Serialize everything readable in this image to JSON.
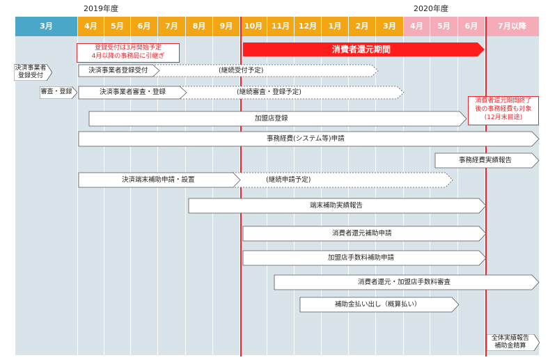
{
  "years": {
    "y2019": "2019年度",
    "y2020": "2020年度"
  },
  "months": [
    "3月",
    "4月",
    "5月",
    "6月",
    "7月",
    "8月",
    "9月",
    "10月",
    "11月",
    "12月",
    "1月",
    "2月",
    "3月",
    "4月",
    "5月",
    "6月",
    "7月以降"
  ],
  "colors": {
    "blue": "#4aa7c8",
    "orange": "#f2a515",
    "pink": "#f4acb8",
    "grid": "#d9e3ea",
    "red": "#e8262e"
  },
  "notes": {
    "registration": [
      "登録受付は3月開始予定",
      "4月以降の事務局に引継ぎ"
    ],
    "expense": [
      "消費者還元期間終了",
      "後の事務経費も対象",
      "(12月末目途)"
    ]
  },
  "consumer_period": "消費者還元期間",
  "side_labels": {
    "payment_registration": [
      "決済事業者",
      "登録受付"
    ],
    "review": "審査・登録"
  },
  "bars": {
    "b1_main": "決済事業者登録受付",
    "b1_cont": "(継続受付予定)",
    "b2_main": "決済事業者審査・登録",
    "b2_cont": "(継続審査・登録予定)",
    "b3": "加盟店登録",
    "b4": "事務経費(システム等)申請",
    "b5": "事務経費実績報告",
    "b6_main": "決済端末補助申請・設置",
    "b6_cont": "(継続申請予定)",
    "b7": "端末補助実績報告",
    "b8": "消費者還元補助申請",
    "b9": "加盟店手数料補助申請",
    "b10": "消費者還元・加盟店手数料審査",
    "b11": "補助金払い出し（概算払い）",
    "b12": [
      "全体実績報告",
      "補助金精算"
    ]
  }
}
